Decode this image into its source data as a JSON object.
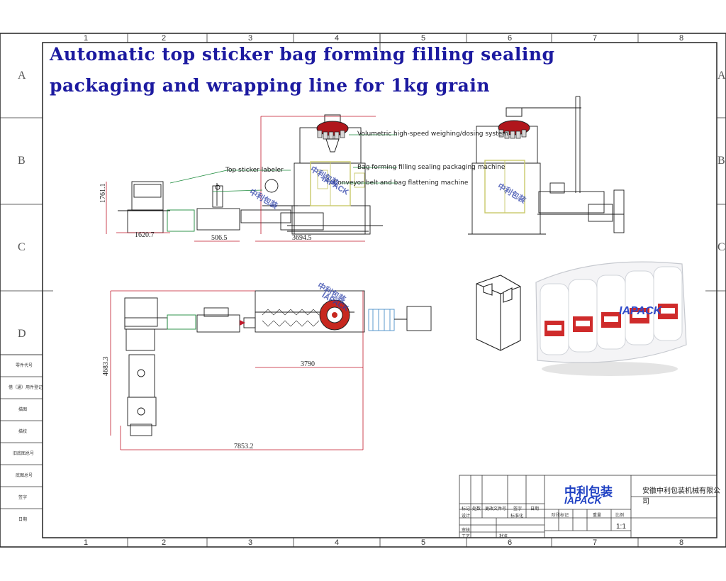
{
  "title": {
    "line1": "Automatic top sticker bag forming filling sealing",
    "line2": "packaging and wrapping line for 1kg grain"
  },
  "frame": {
    "columns": [
      "1",
      "2",
      "3",
      "4",
      "5",
      "6",
      "7",
      "8"
    ],
    "rows": [
      "A",
      "B",
      "C",
      "D"
    ],
    "side_labels": [
      "零件代号",
      "借（通）用件登记",
      "描图",
      "描校",
      "旧底图总号",
      "底图总号",
      "签字",
      "日期"
    ]
  },
  "dimensions": {
    "height_front": "1761.1",
    "d1": "1620.7",
    "d2": "506.5",
    "d3": "3694.5",
    "top_total": "7853.2",
    "top_height": "4683.3",
    "top_machine": "3790"
  },
  "leaders": [
    "Volumetric high-speed weighing/dosing system",
    "Bag forming filling sealing packaging machine",
    "Top sticker labeler",
    "Conveyor belt and bag flattening machine"
  ],
  "watermark": {
    "cn": "中利包装",
    "en": "IAPACK"
  },
  "photo_label": "IAPACK",
  "title_block": {
    "brand_cn": "中利包装",
    "brand_en": "IAPACK",
    "company": "安徽中利包装机械有限公司",
    "scale": "1:1",
    "cells": [
      "标记",
      "处数",
      "更改文件号",
      "签字",
      "日期",
      "设计",
      "标准化",
      "阶段标记",
      "重量",
      "比例",
      "审核",
      "工艺",
      "批准"
    ]
  },
  "colors": {
    "title": "#1c1aa0",
    "brand": "#1d3fc2",
    "machine_line": "#1a1a1a",
    "weigher_red": "#b0161c",
    "frame_yellow": "#d9d98c",
    "dim_red": "#c0182a"
  }
}
